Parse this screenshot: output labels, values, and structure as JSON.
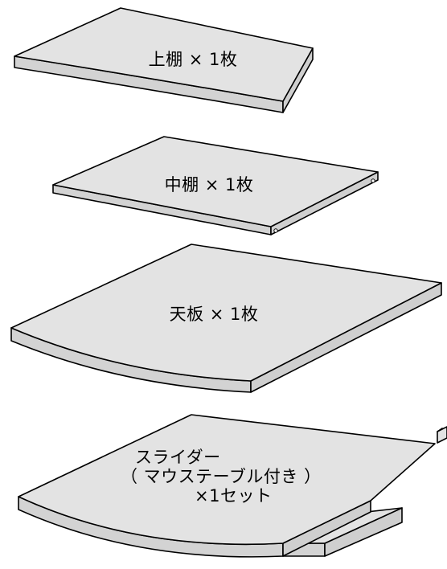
{
  "colors": {
    "panel_fill": "#e3e3e3",
    "panel_edge": "#d3d3d3",
    "outline": "#000000",
    "background": "#ffffff"
  },
  "parts": {
    "top_shelf": {
      "label": "上棚 × 1枚"
    },
    "middle_shelf": {
      "label": "中棚 × 1枚"
    },
    "desktop": {
      "label": "天板 × 1枚"
    },
    "slider": {
      "line1": "スライダー",
      "line2": "（ マウステーブル付き ）",
      "line3": "×1セット"
    }
  }
}
